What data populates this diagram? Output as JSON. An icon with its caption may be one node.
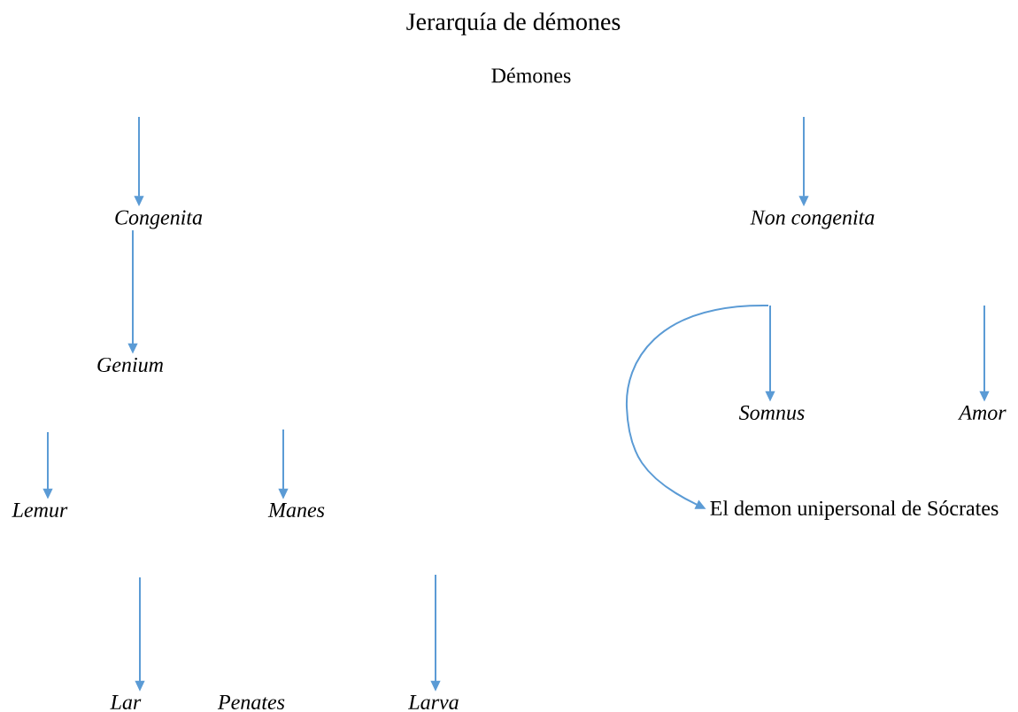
{
  "diagram": {
    "title": "Jerarquía de démones",
    "nodes": [
      {
        "text": [
          "Démones"
        ]
      },
      {
        "text": [
          "*Congenita*"
        ]
      },
      {
        "text": [
          "*Non congenita*"
        ]
      },
      {
        "text": [
          "*Genium*"
        ]
      },
      {
        "text": [
          "*Lemur*"
        ]
      },
      {
        "text": [
          "*Manes*"
        ]
      },
      {
        "text": [
          "*Lar*"
        ]
      },
      {
        "text": [
          "*Penates*"
        ]
      },
      {
        "text": [
          "*Larva*"
        ]
      },
      {
        "text": [
          "*Somnus*"
        ]
      },
      {
        "text": [
          "*Amor*"
        ]
      },
      {
        "text": [
          "El demon unipersonal de Sócrates"
        ]
      }
    ],
    "edges": [
      {
        "from": null,
        "to": 1,
        "arrow": "to"
      },
      {
        "from": null,
        "to": 2,
        "arrow": "to"
      },
      {
        "from": 1,
        "to": 3,
        "arrow": "to"
      },
      {
        "from": null,
        "to": 4,
        "arrow": "to"
      },
      {
        "from": null,
        "to": 5,
        "arrow": "to"
      },
      {
        "from": null,
        "to": 6,
        "arrow": "to"
      },
      {
        "from": null,
        "to": 8,
        "arrow": "to"
      },
      {
        "from": null,
        "to": 9,
        "arrow": "to"
      },
      {
        "from": null,
        "to": 10,
        "arrow": "to"
      },
      {
        "from": null,
        "to": 11,
        "arrow": "to"
      }
    ]
  }
}
